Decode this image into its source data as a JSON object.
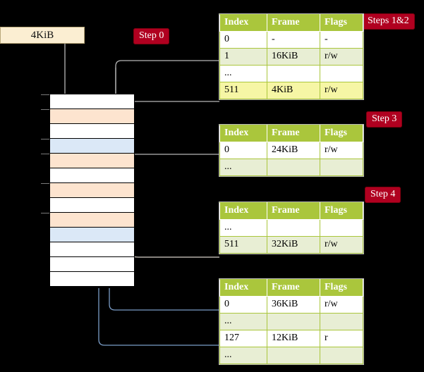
{
  "diagram": {
    "title_context": "multi-level page table walk",
    "source_box": {
      "label": "4KiB"
    },
    "badges": {
      "step0": "Step 0",
      "steps12": "Steps 1&2",
      "step3": "Step 3",
      "step4": "Step 4"
    },
    "colors": {
      "badge_red": "#b00020",
      "table_header_green": "#aac63c",
      "table_alt_row": "#e8eed4",
      "highlight_yellow": "#f6f6a5",
      "memory_peach": "#fde4cf",
      "memory_blue": "#dbe8f7",
      "source_box_cream": "#fbeed2",
      "wire_gray": "#b0b0b0",
      "wire_blue": "#7a9cc6",
      "background": "#000000"
    },
    "memory_column": {
      "name": "physical-memory-frames",
      "cells": [
        {
          "fill": "white"
        },
        {
          "fill": "peach"
        },
        {
          "fill": "white"
        },
        {
          "fill": "blue"
        },
        {
          "fill": "peach"
        },
        {
          "fill": "white"
        },
        {
          "fill": "peach"
        },
        {
          "fill": "white"
        },
        {
          "fill": "peach"
        },
        {
          "fill": "blue"
        },
        {
          "fill": "white"
        },
        {
          "fill": "white"
        },
        {
          "fill": "white"
        }
      ]
    },
    "tables": [
      {
        "name": "page-table-level-1",
        "columns": [
          "Index",
          "Frame",
          "Flags"
        ],
        "rows": [
          {
            "cells": [
              "0",
              "-",
              "-"
            ],
            "alt": false,
            "highlight": false
          },
          {
            "cells": [
              "1",
              "16KiB",
              "r/w"
            ],
            "alt": true,
            "highlight": false
          },
          {
            "cells": [
              "...",
              "",
              ""
            ],
            "alt": false,
            "highlight": false
          },
          {
            "cells": [
              "511",
              "4KiB",
              "r/w"
            ],
            "alt": true,
            "highlight": true
          }
        ]
      },
      {
        "name": "page-table-level-2",
        "columns": [
          "Index",
          "Frame",
          "Flags"
        ],
        "rows": [
          {
            "cells": [
              "0",
              "24KiB",
              "r/w"
            ],
            "alt": false,
            "highlight": false
          },
          {
            "cells": [
              "...",
              "",
              ""
            ],
            "alt": true,
            "highlight": false
          }
        ]
      },
      {
        "name": "page-table-level-3",
        "columns": [
          "Index",
          "Frame",
          "Flags"
        ],
        "rows": [
          {
            "cells": [
              "...",
              "",
              ""
            ],
            "alt": false,
            "highlight": false
          },
          {
            "cells": [
              "511",
              "32KiB",
              "r/w"
            ],
            "alt": true,
            "highlight": false
          }
        ]
      },
      {
        "name": "page-table-level-4",
        "columns": [
          "Index",
          "Frame",
          "Flags"
        ],
        "rows": [
          {
            "cells": [
              "0",
              "36KiB",
              "r/w"
            ],
            "alt": false,
            "highlight": false
          },
          {
            "cells": [
              "...",
              "",
              ""
            ],
            "alt": true,
            "highlight": false
          },
          {
            "cells": [
              "127",
              "12KiB",
              "r"
            ],
            "alt": false,
            "highlight": false
          },
          {
            "cells": [
              "...",
              "",
              ""
            ],
            "alt": true,
            "highlight": false
          }
        ]
      }
    ]
  }
}
